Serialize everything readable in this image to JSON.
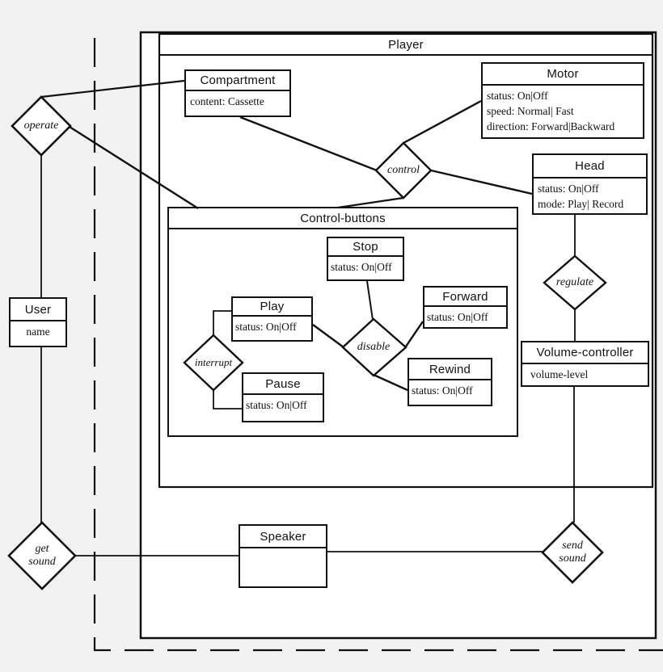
{
  "containers": {
    "player": {
      "title": "Player"
    },
    "control_buttons": {
      "title": "Control-buttons"
    }
  },
  "classes": {
    "compartment": {
      "title": "Compartment",
      "attrs": [
        "content: Cassette"
      ]
    },
    "motor": {
      "title": "Motor",
      "attrs": [
        "status: On|Off",
        "speed: Normal| Fast",
        "direction: Forward|Backward"
      ]
    },
    "head": {
      "title": "Head",
      "attrs": [
        "status: On|Off",
        "mode: Play| Record"
      ]
    },
    "stop": {
      "title": "Stop",
      "attrs": [
        "status: On|Off"
      ]
    },
    "play": {
      "title": "Play",
      "attrs": [
        "status: On|Off"
      ]
    },
    "forward": {
      "title": "Forward",
      "attrs": [
        "status: On|Off"
      ]
    },
    "rewind": {
      "title": "Rewind",
      "attrs": [
        "status: On|Off"
      ]
    },
    "pause": {
      "title": "Pause",
      "attrs": [
        "status: On|Off"
      ]
    },
    "volume_controller": {
      "title": "Volume-controller",
      "attrs": [
        "volume-level"
      ]
    },
    "user": {
      "title": "User",
      "attrs": [
        "name"
      ]
    },
    "speaker": {
      "title": "Speaker",
      "attrs": []
    }
  },
  "relationships": {
    "operate": "operate",
    "control": "control",
    "interrupt": "interrupt",
    "disable": "disable",
    "regulate": "regulate",
    "get_sound": "get sound",
    "send_sound": "send sound"
  },
  "colors": {
    "line": "#111111",
    "box_fill": "#ffffff",
    "background": "#f2f2f2"
  }
}
